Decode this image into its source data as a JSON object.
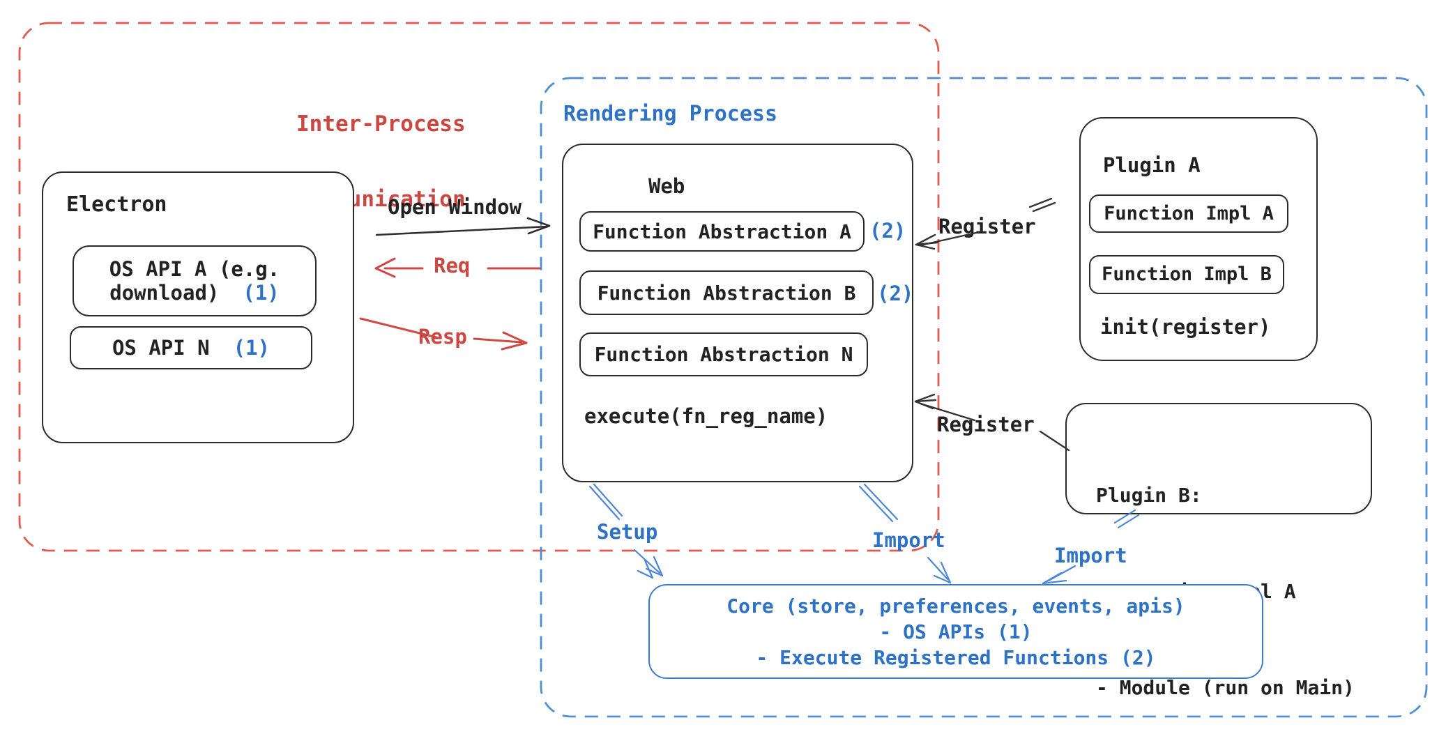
{
  "diagram": {
    "ipc": {
      "label_line1": "Inter-Process",
      "label_line2": "Communication"
    },
    "rendering": {
      "label": "Rendering Process"
    },
    "electron": {
      "title": "Electron",
      "os_api_a": {
        "line1": "OS API A (e.g.",
        "line2": "download)",
        "badge": "(1)"
      },
      "os_api_n": {
        "label": "OS API N",
        "badge": "(1)"
      }
    },
    "web": {
      "title": "Web",
      "fn_a": {
        "label": "Function Abstraction A",
        "badge": "(2)"
      },
      "fn_b": {
        "label": "Function Abstraction B",
        "badge": "(2)"
      },
      "fn_n": {
        "label": "Function Abstraction N"
      },
      "execute": "execute(fn_reg_name)"
    },
    "plugin_a": {
      "title": "Plugin A",
      "impl_a": "Function Impl A",
      "impl_b": "Function Impl B",
      "init": "init(register)"
    },
    "plugin_b": {
      "title": "Plugin B:",
      "item1": "- Function Impl A",
      "item2": "- Module (run on Main)"
    },
    "core": {
      "line1": "Core (store, preferences, events, apis)",
      "line2": "- OS APIs (1)",
      "line3": "- Execute Registered Functions (2)"
    },
    "labels": {
      "open_window": "Open Window",
      "req": "Req",
      "resp": "Resp",
      "register_top": "Register",
      "register_bottom": "Register",
      "setup": "Setup",
      "import_web": "Import",
      "import_plugin": "Import"
    },
    "colors": {
      "ink": "#222222",
      "red_text": "#cb4742",
      "red_dash": "#e05a50",
      "blue_text": "#2d72c4",
      "blue_dash": "#4e8fd3",
      "core_border": "#3e7dc9"
    }
  }
}
